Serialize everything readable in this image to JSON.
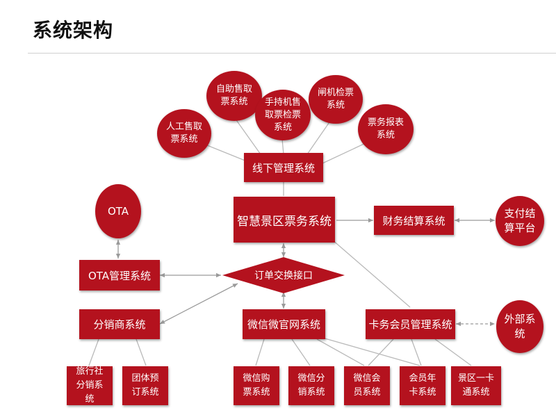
{
  "header": {
    "title": "系统架构"
  },
  "colors": {
    "node": "#b4121e",
    "line": "#b9b9b9",
    "arrow": "#9a9a9a"
  },
  "diagram": {
    "offline_channels": [
      "人工售取票系统",
      "自助售取票系统",
      "手持机售取票检票系统",
      "闸机检票系统",
      "票务报表系统"
    ],
    "offline_mgmt": "线下管理系统",
    "core": "智慧景区票务系统",
    "finance": "财务结算系统",
    "payment": "支付结算平台",
    "ota": "OTA",
    "ota_mgmt": "OTA管理系统",
    "order_interface": "订单交换接口",
    "distributor": "分销商系统",
    "wechat_site": "微信微官网系统",
    "card_member": "卡务会员管理系统",
    "external": "外部系统",
    "distributor_children": [
      "旅行社分销系统",
      "团体预订系统"
    ],
    "wechat_children": [
      "微信购票系统",
      "微信分销系统",
      "微信会员系统"
    ],
    "card_children": [
      "会员年卡系统",
      "景区一卡通系统"
    ]
  }
}
